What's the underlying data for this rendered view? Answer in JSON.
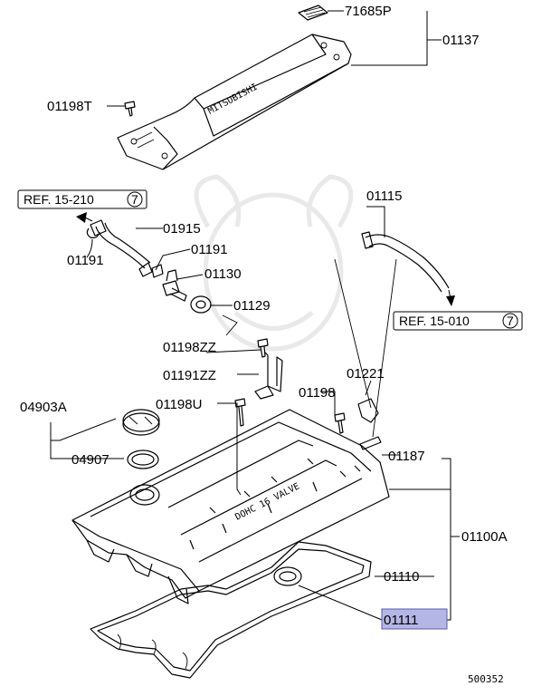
{
  "labels": {
    "p71685P": "71685P",
    "p01137": "01137",
    "p01198T": "01198T",
    "p01915": "01915",
    "p01191a": "01191",
    "p01191b": "01191",
    "p01130": "01130",
    "p01129": "01129",
    "p01115": "01115",
    "p01198ZZ": "01198ZZ",
    "p01191ZZ": "01191ZZ",
    "p01221": "01221",
    "p04903A": "04903A",
    "p01198U": "01198U",
    "p01198": "01198",
    "p04907": "04907",
    "p01187": "01187",
    "p01100A": "01100A",
    "p01110": "01110",
    "p01111": "01111"
  },
  "references": {
    "ref_left": "REF. 15-210",
    "ref_left_num": "7",
    "ref_right": "REF. 15-010",
    "ref_right_num": "7"
  },
  "cover_text": {
    "brand": "MITSUBISHI",
    "engine": "DOHC 16 VALVE"
  },
  "diagram_code": "500352",
  "colors": {
    "highlight": "#b4b6e6",
    "line": "#000000",
    "watermark": "#e9e9e9"
  }
}
